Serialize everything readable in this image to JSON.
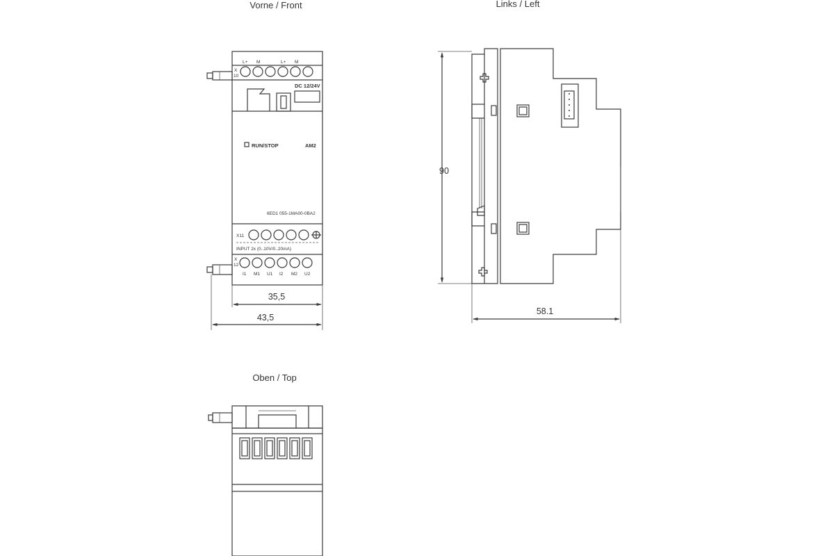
{
  "views": {
    "front": {
      "title": "Vorne / Front"
    },
    "left": {
      "title": "Links / Left"
    },
    "top": {
      "title": "Oben / Top"
    }
  },
  "front_panel": {
    "terminal_top_labels": [
      "L+",
      "M",
      "L+",
      "M"
    ],
    "x10_label": "X\n10",
    "supply_label": "DC 12/24V",
    "run_stop_label": "RUN/STOP",
    "model_label": "AM2",
    "part_number": "6ED1 055-1MA00-0BA2",
    "x11_label": "X11",
    "input_label": "INPUT 2x (0..10V/0..20mA)",
    "x12_label": "X\n12",
    "terminal_bottom_labels": [
      "I1",
      "M1",
      "U1",
      "I2",
      "M2",
      "U2"
    ]
  },
  "dimensions": {
    "inner_width": "35,5",
    "outer_width": "43,5",
    "height": "90",
    "depth": "58.1"
  }
}
